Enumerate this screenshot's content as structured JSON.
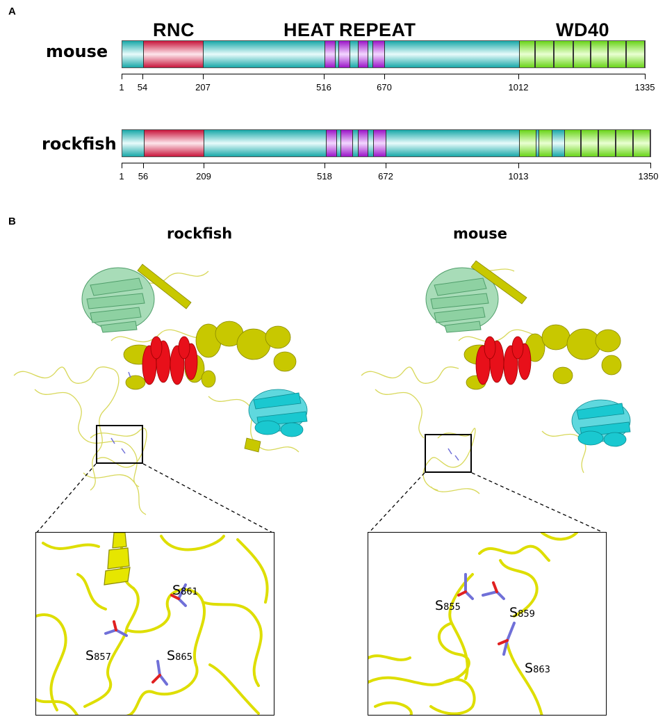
{
  "panel_a": {
    "letter": "A",
    "domain_titles": {
      "rnc": "RNC",
      "heat": "HEAT",
      "repeat": "REPEAT",
      "wd40": "WD40"
    },
    "mouse": {
      "label": "mouse",
      "length": 1335,
      "rnc": [
        54,
        207
      ],
      "heat": [
        516,
        670
      ],
      "wd40_start": 1012,
      "ticks": [
        "1",
        "54",
        "207",
        "516",
        "670",
        "1012",
        "1335"
      ]
    },
    "rockfish": {
      "label": "rockfish",
      "length": 1350,
      "rnc": [
        56,
        209
      ],
      "heat": [
        518,
        672
      ],
      "wd40_start": 1013,
      "ticks": [
        "1",
        "56",
        "209",
        "518",
        "672",
        "1013",
        "1350"
      ]
    }
  },
  "panel_b": {
    "letter": "B",
    "rockfish": {
      "title": "rockfish",
      "sites": [
        {
          "letter": "S",
          "number": "861"
        },
        {
          "letter": "S",
          "number": "857"
        },
        {
          "letter": "S",
          "number": "865"
        }
      ]
    },
    "mouse": {
      "title": "mouse",
      "sites": [
        {
          "letter": "S",
          "number": "855"
        },
        {
          "letter": "S",
          "number": "859"
        },
        {
          "letter": "S",
          "number": "863"
        }
      ]
    }
  },
  "colors": {
    "bar_teal": "#19a8a8",
    "rnc_red": "#c8163c",
    "heat_purple": "#9b16c8",
    "wd40_green": "#6ad41a",
    "structure_yellow": "#d4d400",
    "structure_red": "#e8101a",
    "structure_cyan": "#1ac8d0",
    "structure_green": "#88cc99",
    "serine_blue": "#7070d8"
  }
}
